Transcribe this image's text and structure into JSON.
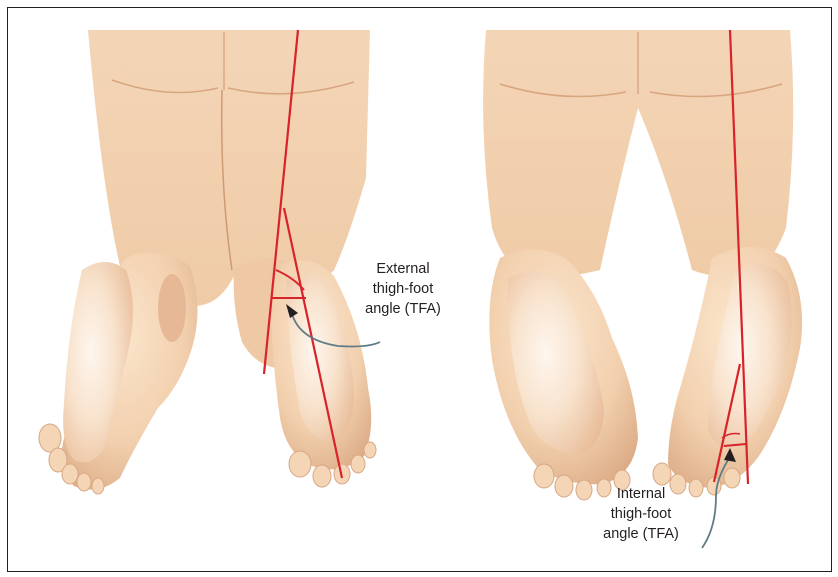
{
  "callouts": {
    "external": {
      "lines": [
        "External",
        "thigh-foot",
        "angle (TFA)"
      ]
    },
    "internal": {
      "lines": [
        "Internal",
        "thigh-foot",
        "angle (TFA)"
      ]
    }
  },
  "colors": {
    "skin": "#f2d0ae",
    "skin_shadow": "#dfae8a",
    "skin_highlight": "#fdf1e4",
    "reference_line": "#d8232a",
    "leader_line": "#5f7c86",
    "text": "#231f20"
  }
}
